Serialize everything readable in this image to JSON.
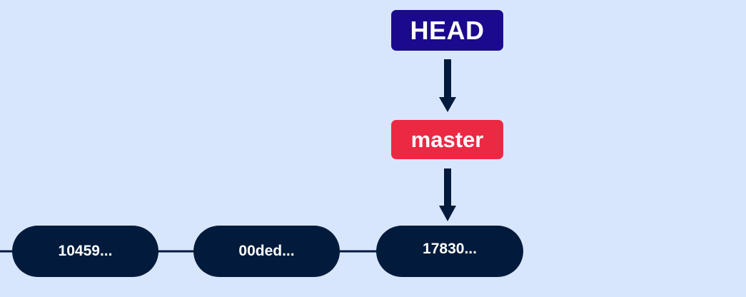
{
  "head": {
    "label": "HEAD",
    "color": "#1b0a8e"
  },
  "branch": {
    "label": "master",
    "color": "#ec2943"
  },
  "commits": [
    {
      "id": "10459..."
    },
    {
      "id": "00ded..."
    },
    {
      "id": "17830..."
    }
  ],
  "colors": {
    "background": "#d8e6fd",
    "commit": "#021b3c",
    "arrow": "#021b3c"
  }
}
